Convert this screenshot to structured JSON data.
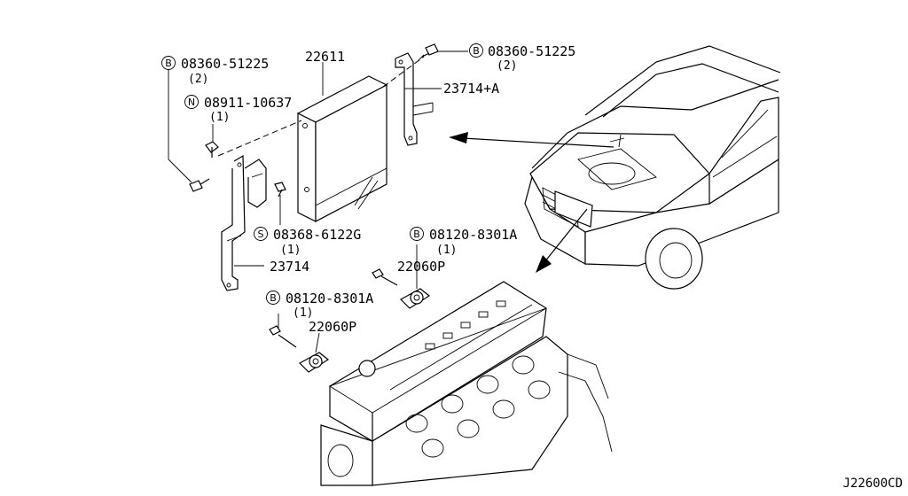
{
  "parts": [
    {
      "id": "p1",
      "prefix": "B",
      "number": "08360-51225",
      "qty": "(2)"
    },
    {
      "id": "p2",
      "prefix": "",
      "number": "22611",
      "qty": ""
    },
    {
      "id": "p3",
      "prefix": "N",
      "number": "08911-10637",
      "qty": "(1)"
    },
    {
      "id": "p4",
      "prefix": "B",
      "number": "08360-51225",
      "qty": "(2)"
    },
    {
      "id": "p5",
      "prefix": "",
      "number": "23714+A",
      "qty": ""
    },
    {
      "id": "p6",
      "prefix": "S",
      "number": "08368-6122G",
      "qty": "(1)"
    },
    {
      "id": "p7",
      "prefix": "",
      "number": "23714",
      "qty": ""
    },
    {
      "id": "p8",
      "prefix": "B",
      "number": "08120-8301A",
      "qty": "(1)"
    },
    {
      "id": "p9",
      "prefix": "",
      "number": "22060P",
      "qty": ""
    },
    {
      "id": "p10",
      "prefix": "B",
      "number": "08120-8301A",
      "qty": "(1)"
    },
    {
      "id": "p11",
      "prefix": "",
      "number": "22060P",
      "qty": ""
    }
  ],
  "diagram_ref": "J22600CD"
}
